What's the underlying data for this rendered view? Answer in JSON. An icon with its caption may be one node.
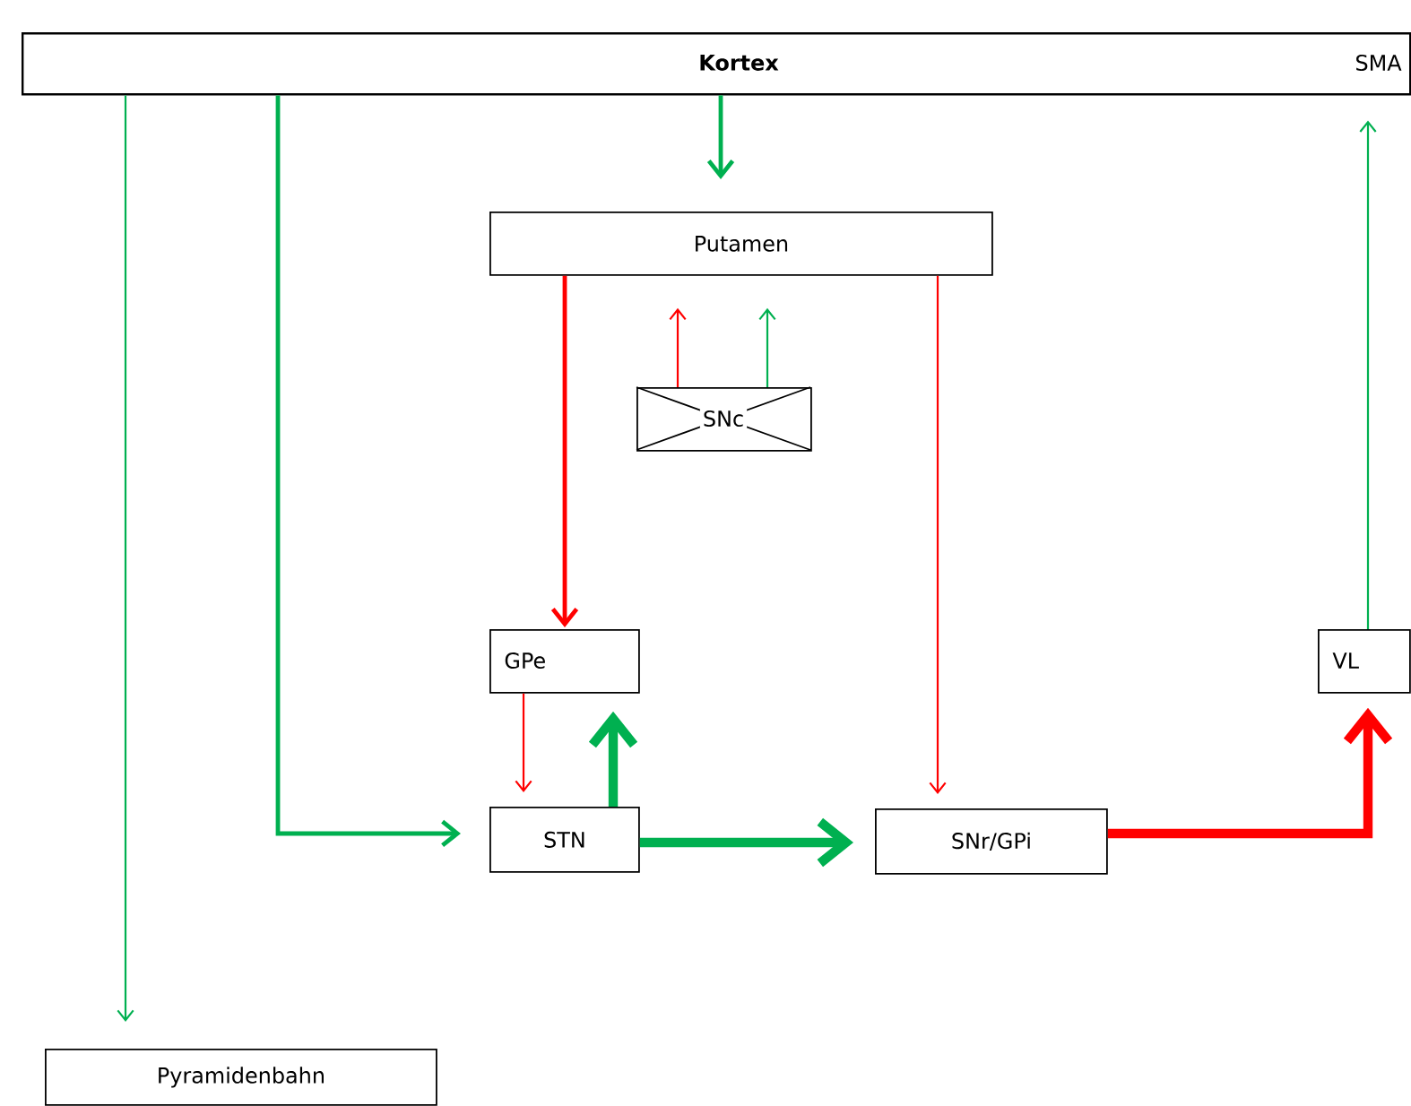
{
  "diagram": {
    "nodes": [
      {
        "text": [
          "Kortex",
          "SMA"
        ]
      },
      {
        "text": [
          "Putamen"
        ]
      },
      {
        "text": [
          "SNc"
        ]
      },
      {
        "text": [
          "GPe"
        ]
      },
      {
        "text": [
          "STN"
        ]
      },
      {
        "text": [
          "SNr/GPi"
        ]
      },
      {
        "text": [
          "VL"
        ]
      },
      {
        "text": [
          "Pyramidenbahn"
        ]
      }
    ],
    "edges": [
      {
        "from": 0,
        "to": 7,
        "arrow": "to"
      },
      {
        "from": 0,
        "to": 4,
        "arrow": "to"
      },
      {
        "from": 0,
        "to": 1,
        "arrow": "to"
      },
      {
        "from": 2,
        "to": 1,
        "arrow": "to",
        "color": "#ff0000"
      },
      {
        "from": 2,
        "to": 1,
        "arrow": "to"
      },
      {
        "from": 1,
        "to": 3,
        "arrow": "to",
        "color": "#ff0000"
      },
      {
        "from": 1,
        "to": 5,
        "arrow": "to",
        "color": "#ff0000"
      },
      {
        "from": 3,
        "to": 4,
        "arrow": "to",
        "color": "#ff0000"
      },
      {
        "from": 4,
        "to": 3,
        "arrow": "to",
        "style": "thick"
      },
      {
        "from": 4,
        "to": 5,
        "arrow": "to",
        "style": "thick"
      },
      {
        "from": 5,
        "to": 6,
        "arrow": "to",
        "style": "thick",
        "color": "#ff0000"
      },
      {
        "from": 6,
        "to": 0,
        "arrow": "to"
      }
    ]
  }
}
